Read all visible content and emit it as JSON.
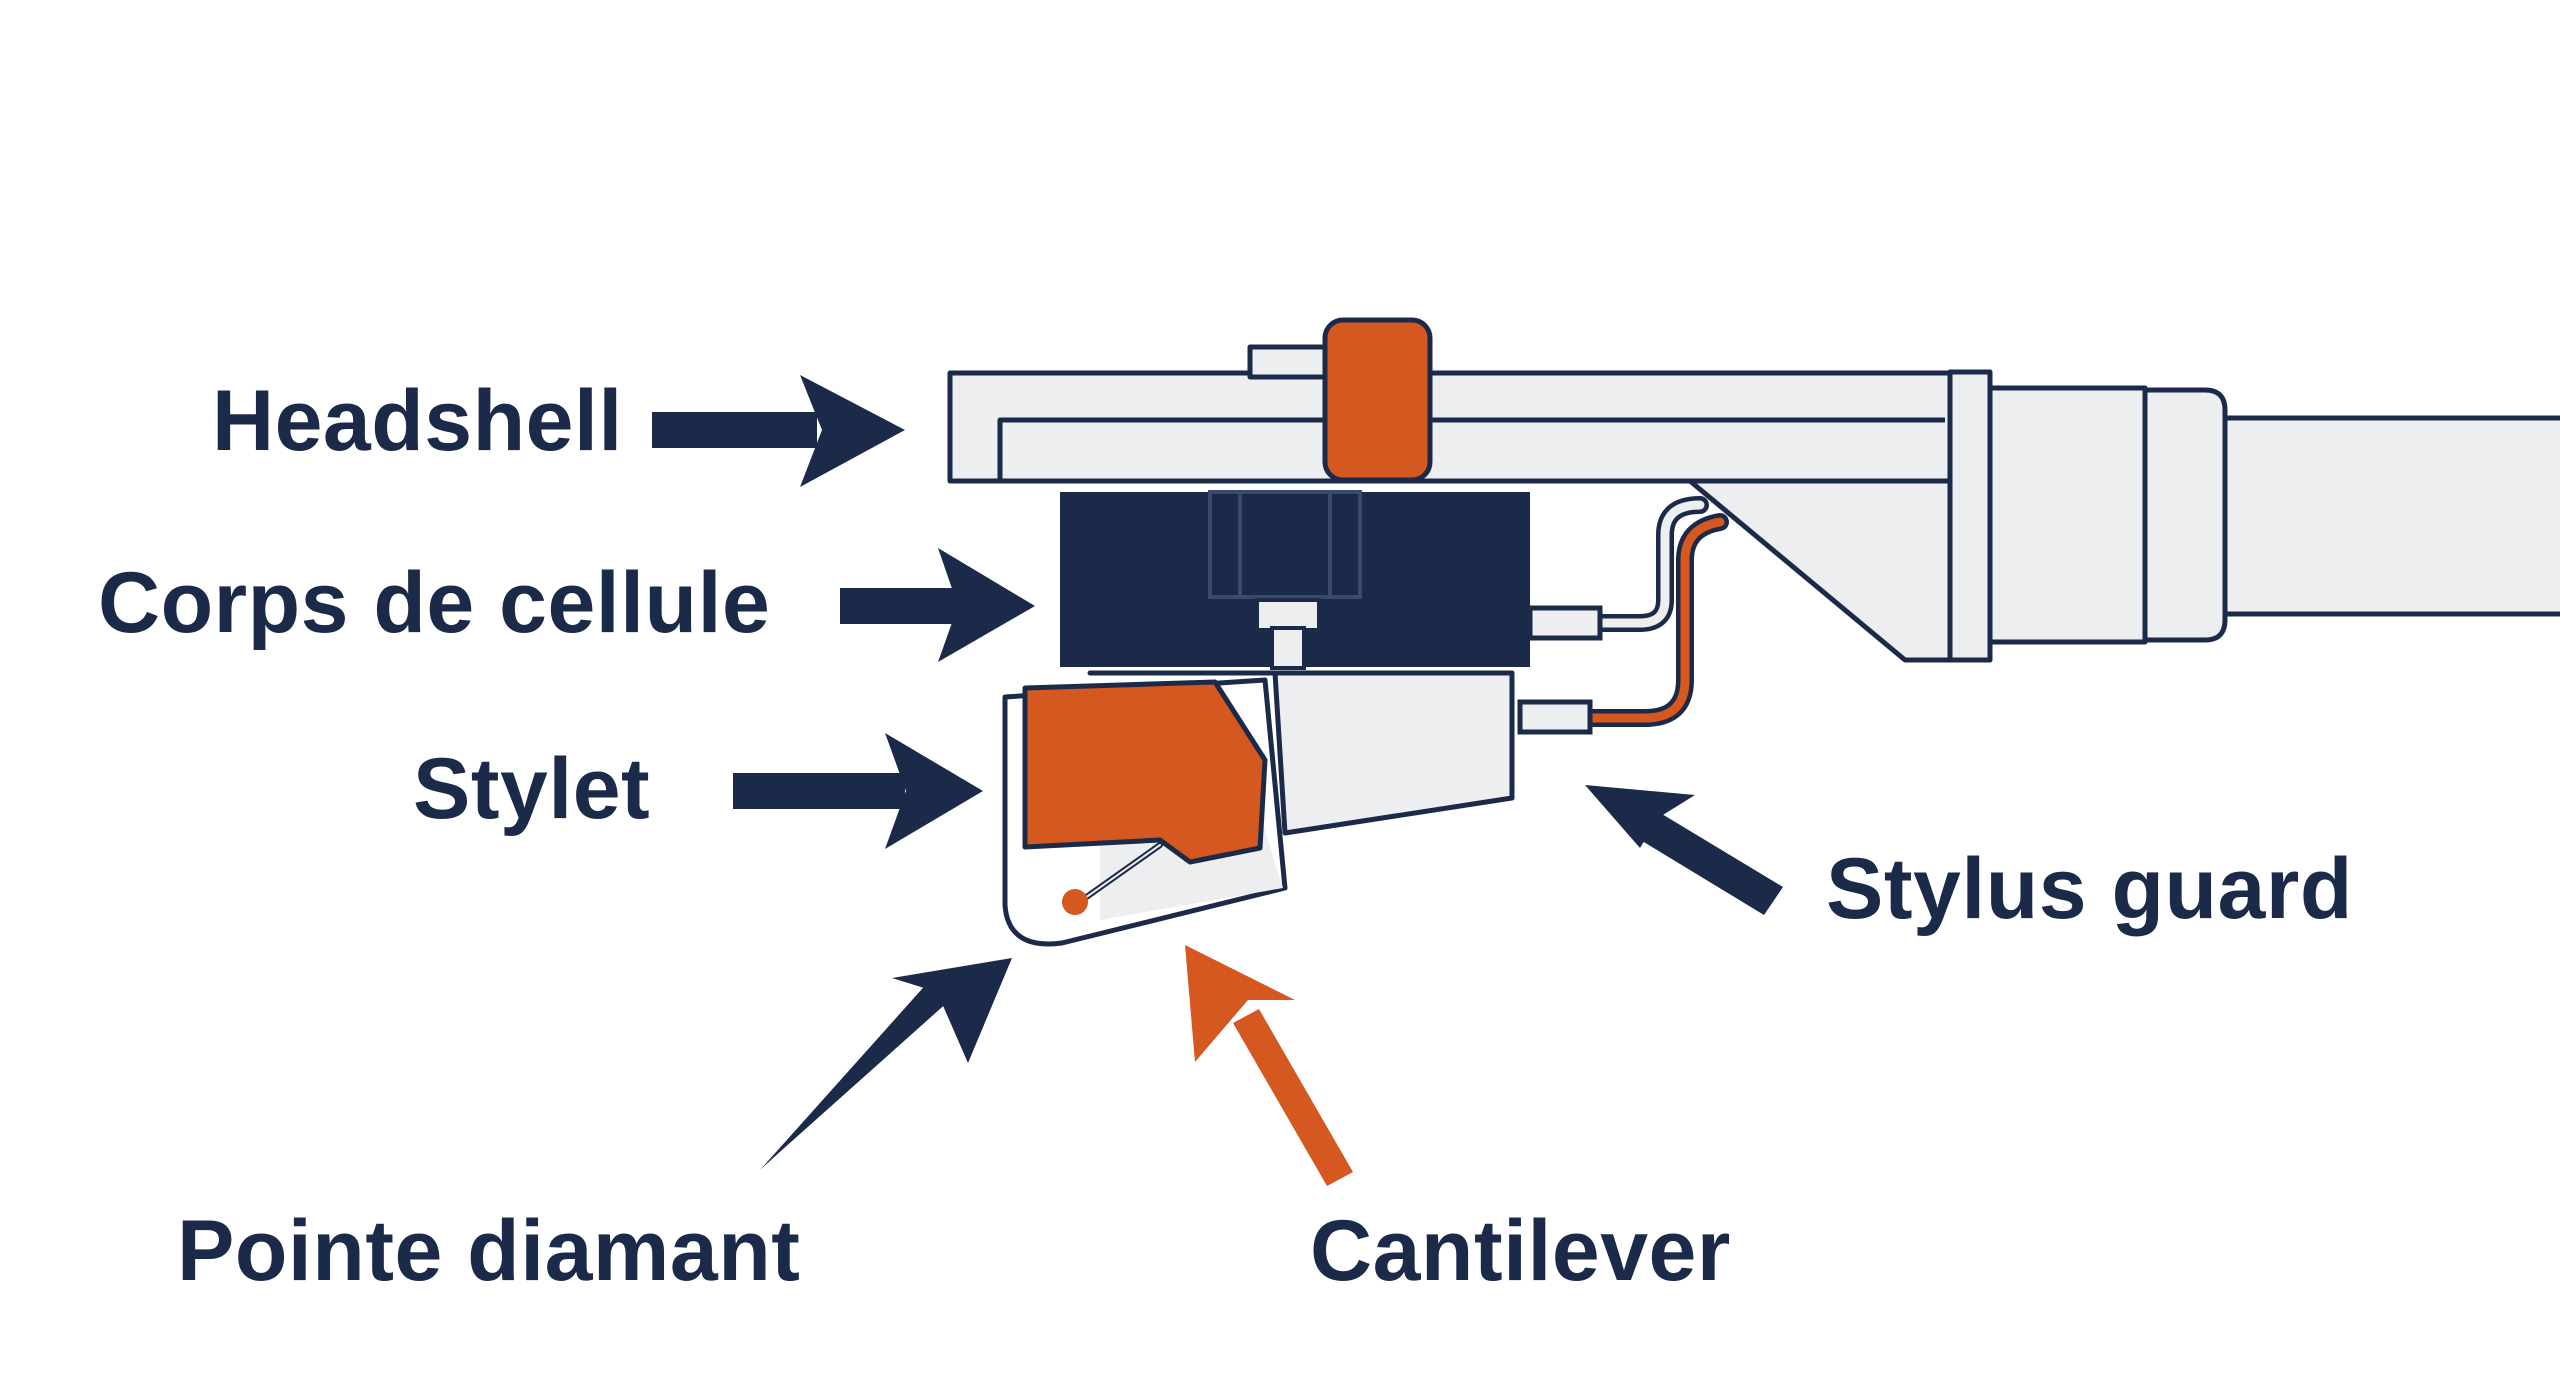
{
  "colors": {
    "navy": "#1c2a4a",
    "orange": "#d4581f",
    "light_gray": "#eceeef",
    "background": "#ffffff"
  },
  "labels": {
    "headshell": "Headshell",
    "cartridge_body": "Corps de cellule",
    "stylus": "Stylet",
    "stylus_guard": "Stylus guard",
    "diamond_tip": "Pointe diamant",
    "cantilever": "Cantilever"
  },
  "arrow_colors": {
    "headshell": "navy",
    "cartridge_body": "navy",
    "stylus": "navy",
    "stylus_guard": "navy",
    "diamond_tip": "navy",
    "cantilever": "orange"
  }
}
